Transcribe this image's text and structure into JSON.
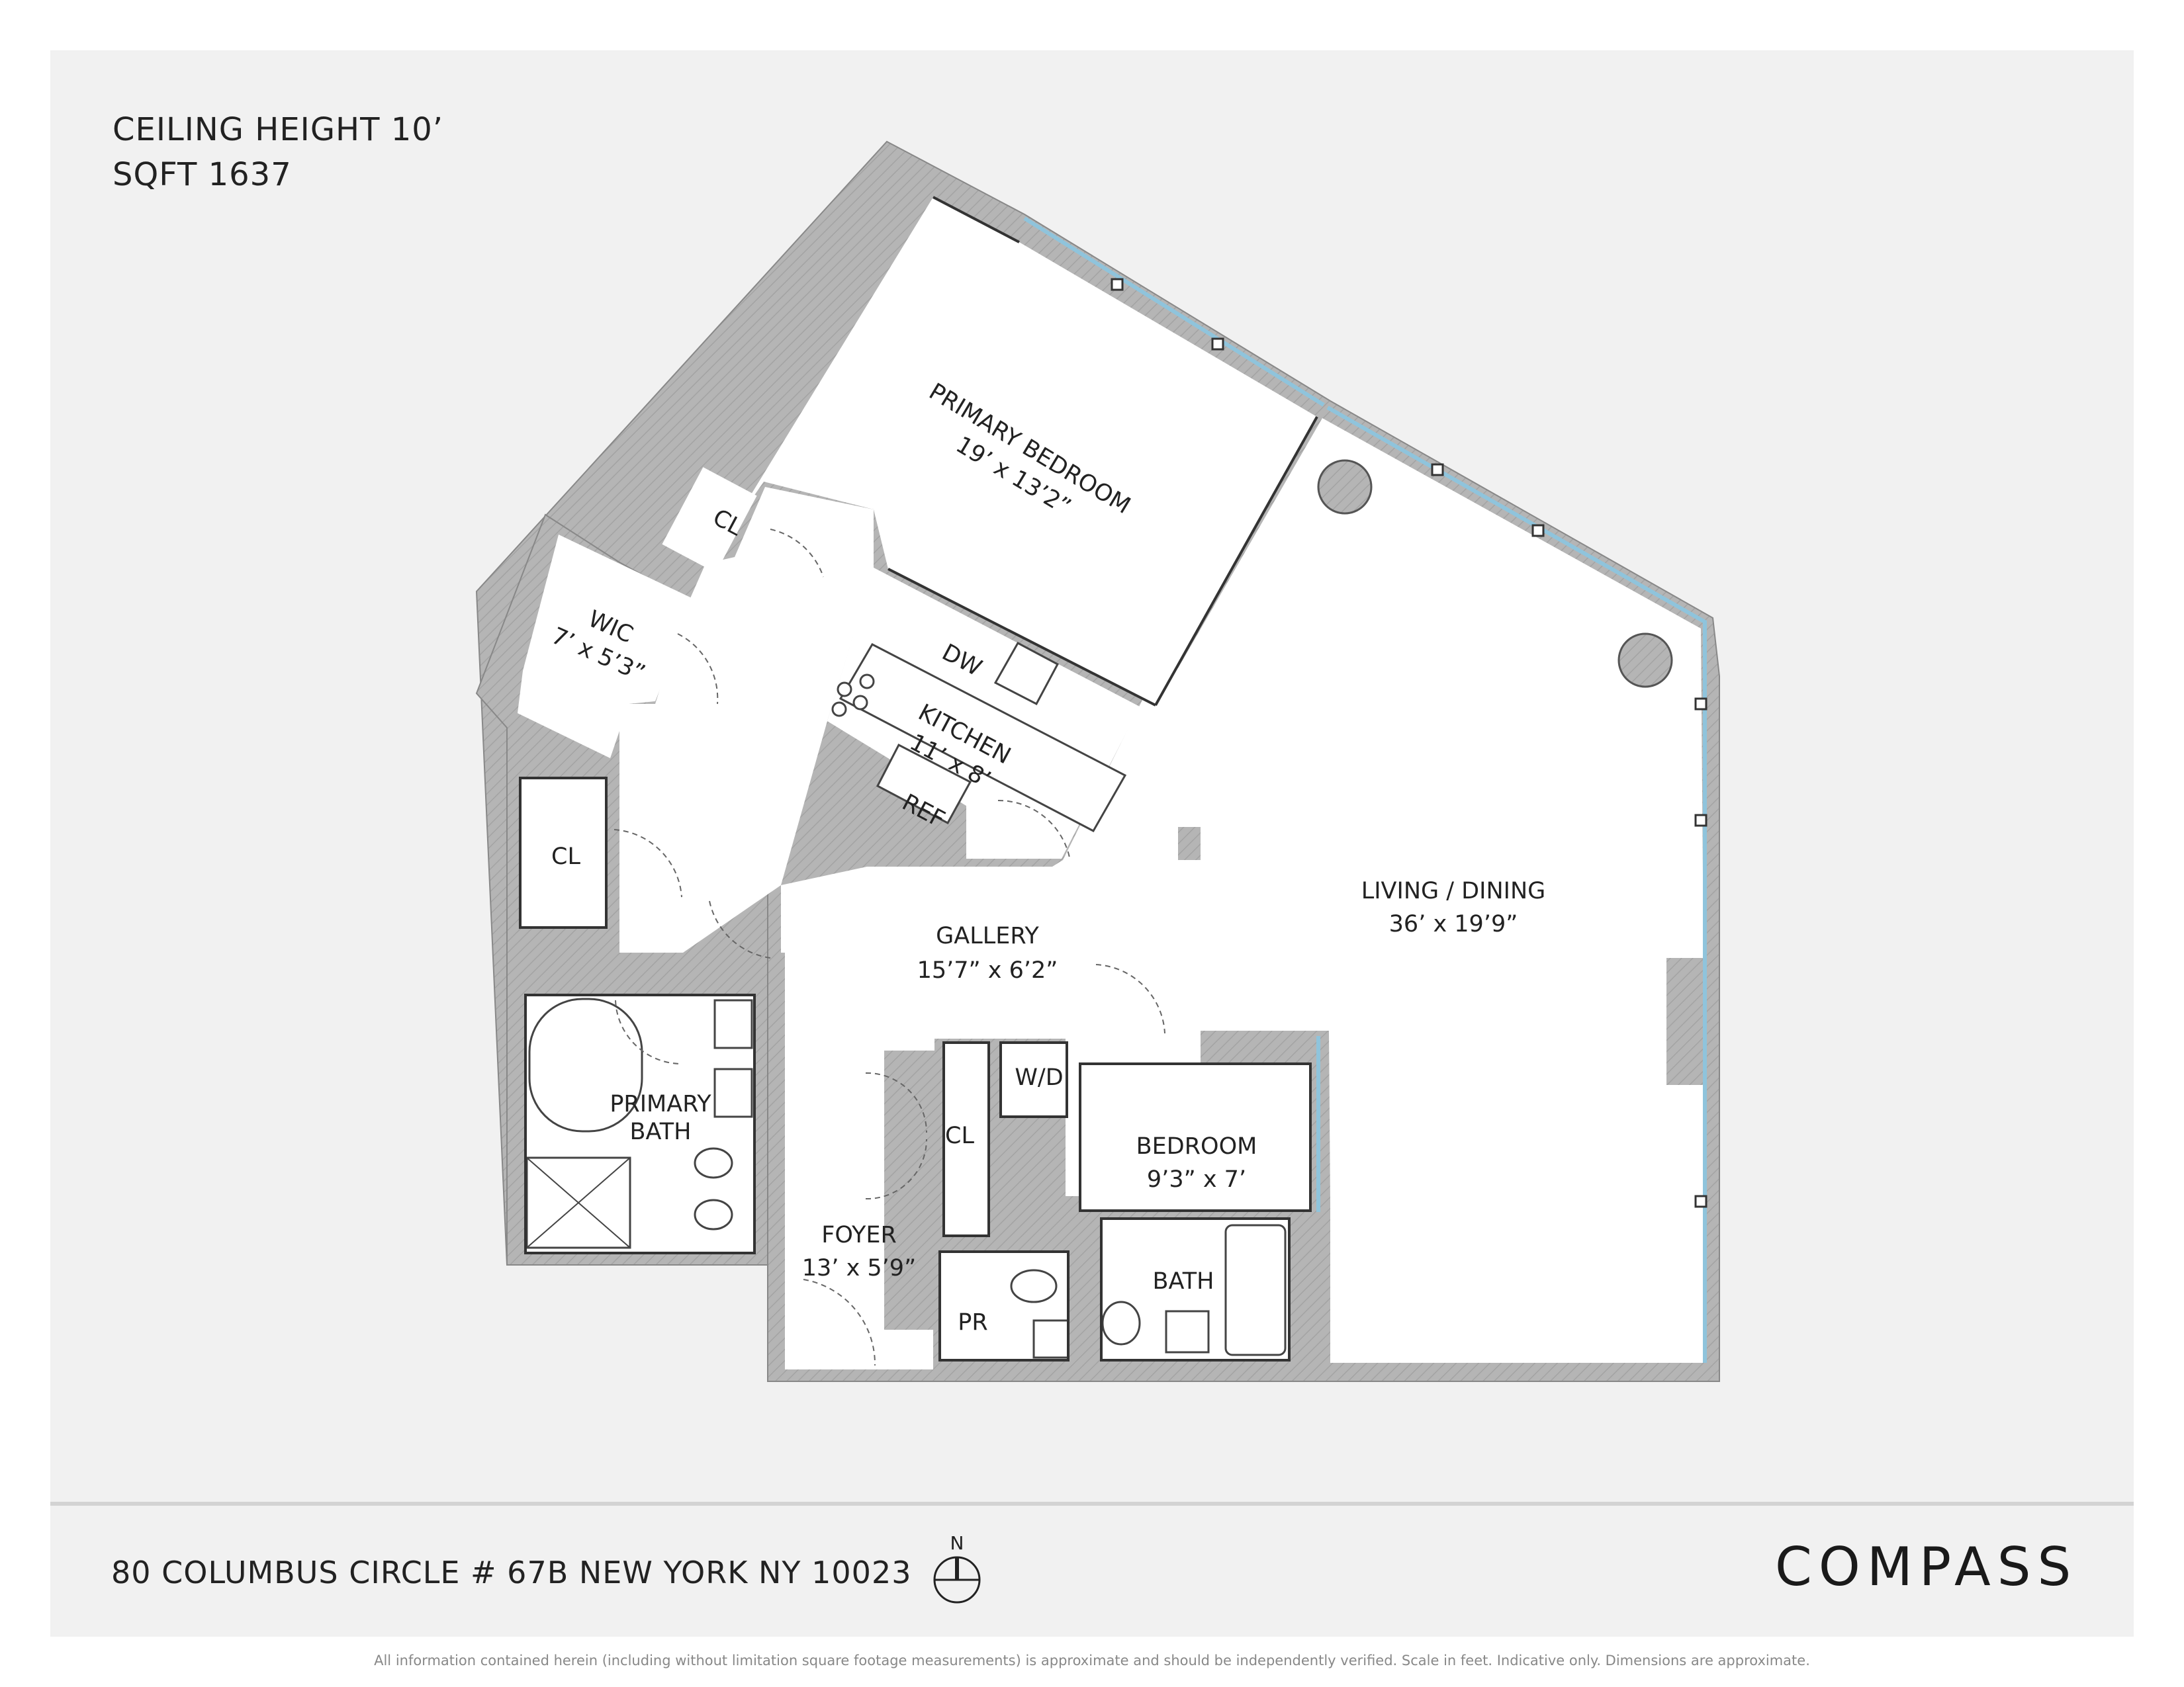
{
  "specs": {
    "ceiling_height": "CEILING HEIGHT  10’",
    "sqft": "SQFT  1637"
  },
  "rooms": {
    "primary_bedroom": {
      "name": "PRIMARY BEDROOM",
      "dims": "19’ x 13’2”"
    },
    "wic": {
      "name": "WIC",
      "dims": "7’ x 5’3”"
    },
    "cl_bedroom": {
      "name": "CL"
    },
    "cl_hall": {
      "name": "CL"
    },
    "kitchen": {
      "name": "KITCHEN",
      "dims": "11’ x 8’"
    },
    "dw": {
      "name": "DW"
    },
    "ref": {
      "name": "REF"
    },
    "living_dining": {
      "name": "LIVING / DINING",
      "dims": "36’ x 19’9”"
    },
    "gallery": {
      "name": "GALLERY",
      "dims": "15’7” x 6’2”"
    },
    "primary_bath": {
      "name": "PRIMARY",
      "name2": "BATH"
    },
    "wd": {
      "name": "W/D"
    },
    "cl_foyer": {
      "name": "CL"
    },
    "bedroom": {
      "name": "BEDROOM",
      "dims": "9’3” x 7’"
    },
    "foyer": {
      "name": "FOYER",
      "dims": "13’ x 5’9”"
    },
    "pr": {
      "name": "PR"
    },
    "bath": {
      "name": "BATH"
    }
  },
  "compass_letter": "N",
  "footer": {
    "address": "80 COLUMBUS CIRCLE # 67B NEW YORK NY 10023",
    "brand": "COMPASS",
    "disclaimer": "All information contained herein (including without limitation square footage measurements) is approximate and should be independently verified. Scale in feet. Indicative only. Dimensions are approximate."
  },
  "colors": {
    "background": "#f1f1f1",
    "wall": "#b5b5b5",
    "floor": "#ffffff",
    "window": "#8fc4dc"
  }
}
